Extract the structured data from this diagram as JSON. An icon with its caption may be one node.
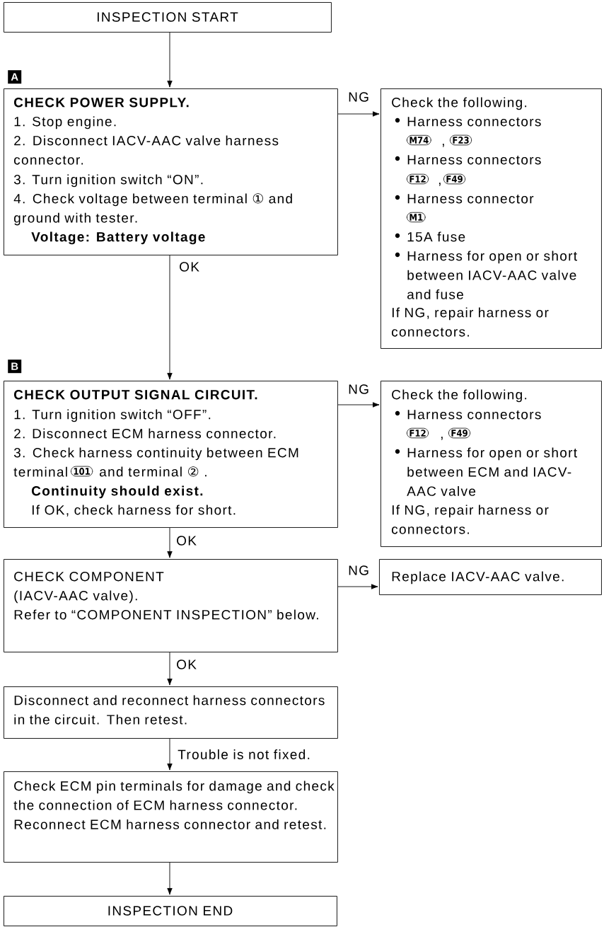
{
  "diagram": {
    "nodes": [
      {
        "text": [
          "INSPECTION START"
        ]
      },
      {
        "text": [
          "CHECK POWER SUPPLY.",
          "1. Stop engine.",
          "2. Disconnect IACV-AAC valve harness connector.",
          "3. Turn ignition switch “ON”.",
          "4. Check voltage between terminal ① and ground with tester.",
          "Voltage: Battery voltage"
        ],
        "beside": [
          "A"
        ]
      },
      {
        "text": [
          "Check the following.",
          "Harness connectors",
          "M74",
          ",",
          "F23",
          "Harness connectors",
          "F12",
          ",",
          "F49",
          "Harness connector",
          "M1",
          "15A fuse",
          "Harness for open or short between IACV-AAC valve and fuse",
          "If NG, repair harness or connectors."
        ]
      },
      {
        "text": [
          "CHECK OUTPUT SIGNAL CIRCUIT.",
          "1. Turn ignition switch “OFF”.",
          "2. Disconnect ECM harness connector.",
          "3. Check harness continuity between ECM terminal",
          "101",
          "and terminal ② .",
          "Continuity should exist.",
          "If OK, check harness for short."
        ],
        "beside": [
          "B"
        ]
      },
      {
        "text": [
          "Check the following.",
          "Harness connectors",
          "F12",
          ",",
          "F49",
          "Harness for open or short between ECM and IACV-AAC valve",
          "If NG, repair harness or connectors."
        ]
      },
      {
        "text": [
          "CHECK COMPONENT",
          "(IACV-AAC valve).",
          "Refer to “COMPONENT INSPECTION” below."
        ]
      },
      {
        "text": [
          "Replace IACV-AAC valve."
        ]
      },
      {
        "text": [
          "Disconnect and reconnect harness connectors in the circuit. Then retest."
        ]
      },
      {
        "text": [
          "Check ECM pin terminals for damage and check the connection of ECM harness connector. Reconnect ECM harness connector and retest."
        ]
      },
      {
        "text": [
          "INSPECTION END"
        ]
      }
    ],
    "edges": [
      {
        "from": 0,
        "to": 1,
        "arrow": "to"
      },
      {
        "from": 1,
        "to": 2,
        "arrow": "to",
        "label": "NG"
      },
      {
        "from": 1,
        "to": 3,
        "arrow": "to",
        "label": "OK"
      },
      {
        "from": 3,
        "to": 4,
        "arrow": "to",
        "label": "NG"
      },
      {
        "from": 3,
        "to": 5,
        "arrow": "to",
        "label": "OK"
      },
      {
        "from": 5,
        "to": 6,
        "arrow": "to",
        "label": "NG"
      },
      {
        "from": 5,
        "to": 7,
        "arrow": "to",
        "label": "OK"
      },
      {
        "from": 7,
        "to": 8,
        "arrow": "to",
        "label": "Trouble is not fixed."
      },
      {
        "from": 8,
        "to": 9,
        "arrow": "to"
      }
    ]
  }
}
